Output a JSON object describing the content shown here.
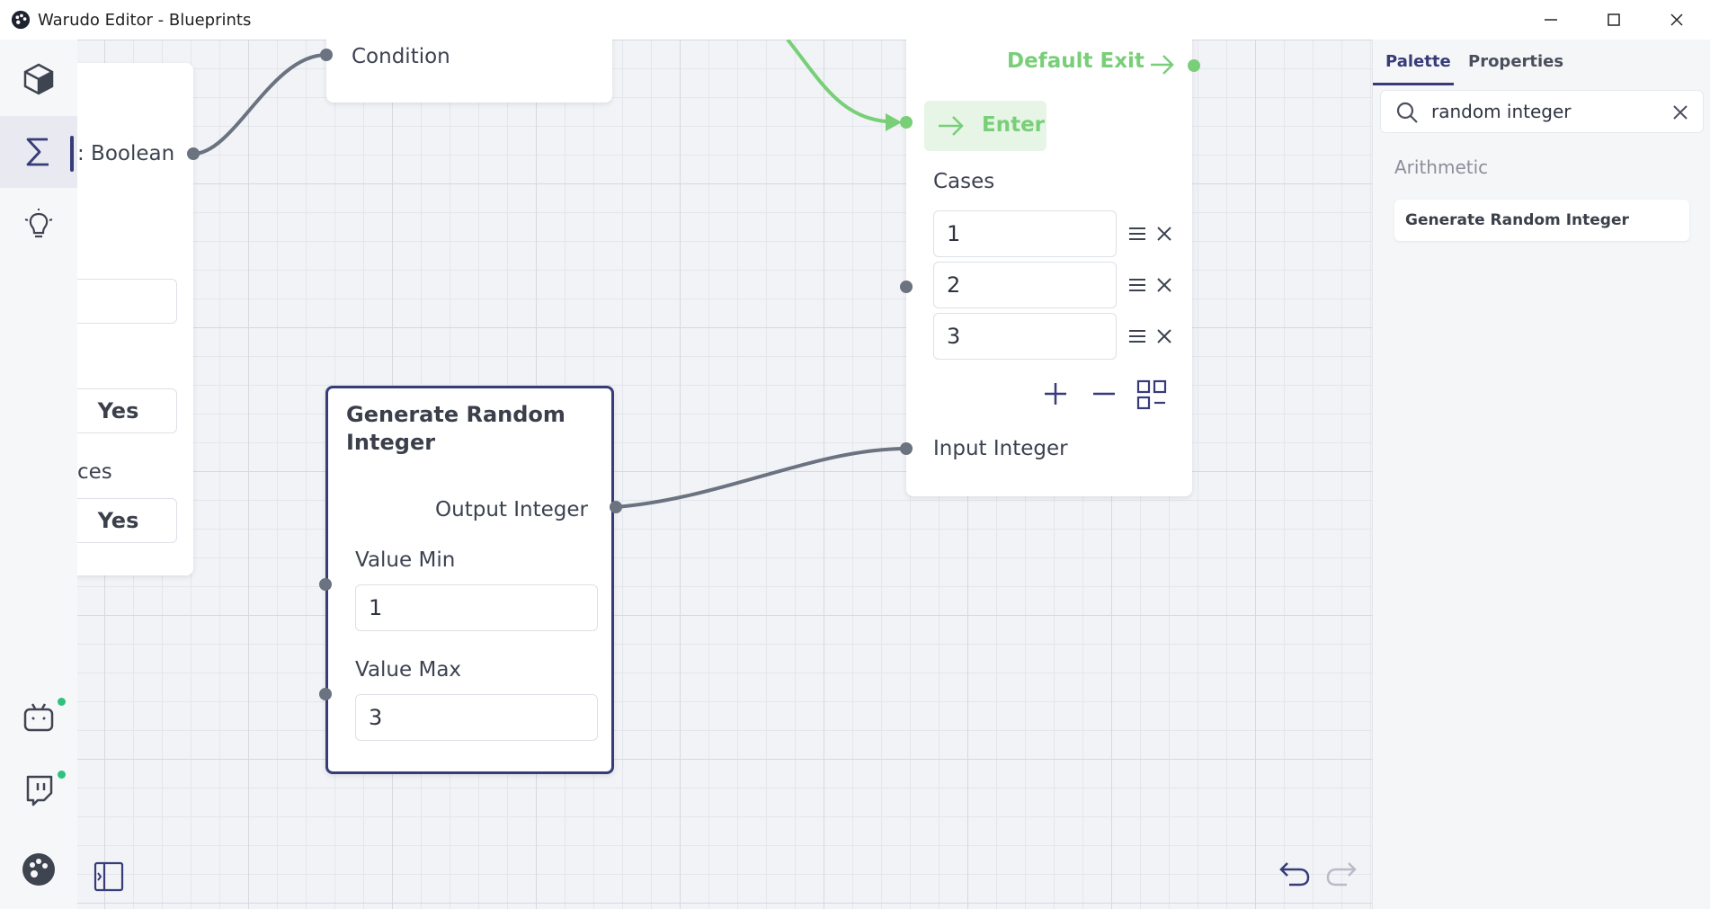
{
  "window": {
    "title": "Warudo Editor - Blueprints"
  },
  "rail": {
    "items": [
      {
        "icon": "cube-icon"
      },
      {
        "icon": "sigma-icon"
      },
      {
        "icon": "lightbulb-icon"
      },
      {
        "icon": "bilibili-icon"
      },
      {
        "icon": "twitch-icon"
      },
      {
        "icon": "warudo-logo-icon"
      }
    ]
  },
  "canvas": {
    "left_node": {
      "partial_label": ": Boolean",
      "yes_1": "Yes",
      "partial_label_2": "ces",
      "yes_2": "Yes"
    },
    "condition_node": {
      "label": "Condition"
    },
    "switch_node": {
      "default_exit": "Default Exit",
      "enter": "Enter",
      "cases_label": "Cases",
      "cases": [
        "1",
        "2",
        "3"
      ],
      "input_label": "Input Integer"
    },
    "random_node": {
      "title": "Generate Random Integer",
      "output_label": "Output Integer",
      "min_label": "Value Min",
      "min_value": "1",
      "max_label": "Value Max",
      "max_value": "3"
    }
  },
  "panel": {
    "tabs": [
      "Palette",
      "Properties"
    ],
    "search_value": "random integer",
    "section": "Arithmetic",
    "results": [
      "Generate Random Integer"
    ]
  },
  "colors": {
    "accent": "#373c78",
    "green": "#78cf78",
    "wire": "#6b7280",
    "status_dot": "#2ec27e"
  }
}
